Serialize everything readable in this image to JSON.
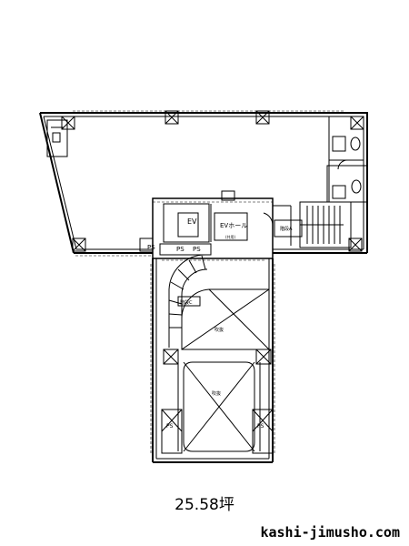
{
  "floor_plan": {
    "area_label": "25.58坪",
    "website": "kashi-jimusho.com",
    "room_labels": {
      "ev": "EV",
      "ev_hall": "EVホール",
      "ev_hall_sub": "(共用)",
      "ps1": "PS",
      "ps2": "PS",
      "ps3": "PS",
      "stair_a": "階段A",
      "stair_b": "階段C",
      "void_upper": "吹抜",
      "void_lower": "吹抜",
      "ps_low_left": "PS",
      "ps_low_right": "PS"
    }
  }
}
